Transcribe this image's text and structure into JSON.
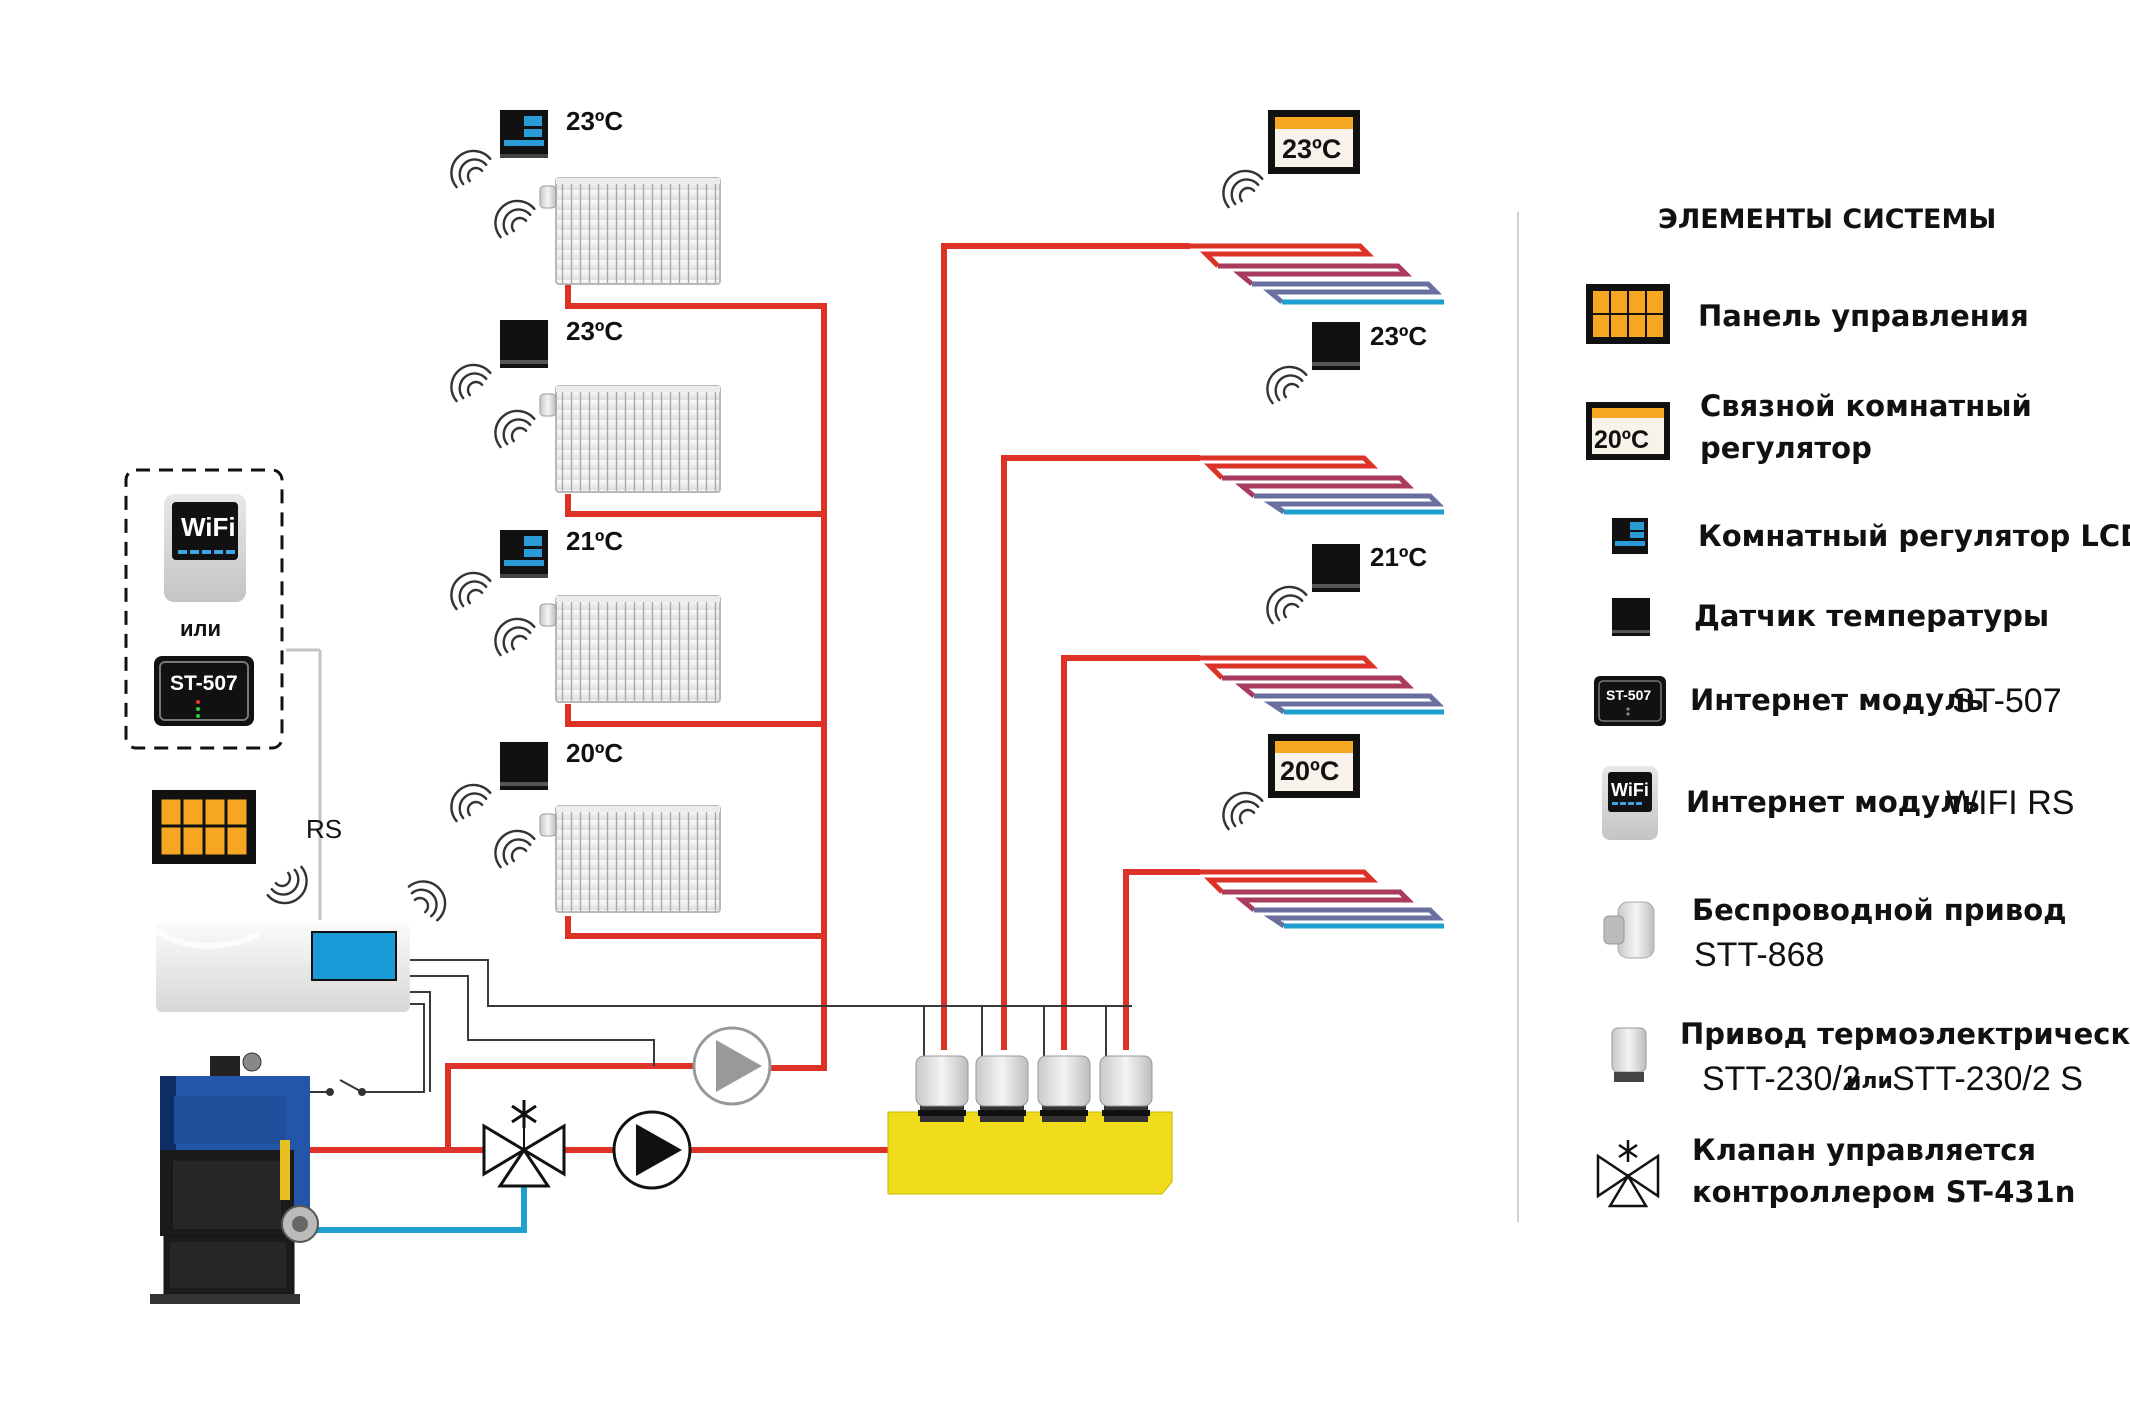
{
  "radiator_temps": [
    "23ºC",
    "23ºC",
    "21ºC",
    "20ºC"
  ],
  "floor_temps": [
    "23ºC",
    "23ºC",
    "21ºC",
    "20ºC"
  ],
  "module_box": {
    "wifi": "WiFi",
    "or": "или",
    "st507": "ST-507"
  },
  "rs_label": "RS",
  "legend": {
    "title": "ЭЛЕМЕНТЫ СИСТЕМЫ",
    "items": [
      {
        "id": "control-panel",
        "icon": "panel-icon",
        "line1": "Панель управления",
        "line2": ""
      },
      {
        "id": "linked-regulator",
        "icon": "linked-regulator-icon",
        "icon_text": "20ºC",
        "line1": "Связной комнатный",
        "line2": "регулятор"
      },
      {
        "id": "lcd-regulator",
        "icon": "lcd-regulator-icon",
        "line1": "Комнатный регулятор LCD",
        "line2": ""
      },
      {
        "id": "temp-sensor",
        "icon": "temperature-sensor-icon",
        "line1": "Датчик температуры",
        "line2": ""
      },
      {
        "id": "st507",
        "icon": "st507-icon",
        "icon_text": "ST-507",
        "line1": "Интернет модуль",
        "line1_code": "ST-507",
        "line2": ""
      },
      {
        "id": "wifi-rs",
        "icon": "wifi-module-icon",
        "icon_text": "WiFi",
        "line1": "Интернет модуль",
        "line1_code": "WIFI RS",
        "line2": ""
      },
      {
        "id": "wireless-actuator",
        "icon": "wireless-actuator-icon",
        "line1": "Беспроводной привод",
        "line2_code": "STT-868"
      },
      {
        "id": "thermo-actuator",
        "icon": "thermo-actuator-icon",
        "line1": "Привод термоэлектрический",
        "line2_code_a": "STT-230/2",
        "line2_mid": "или",
        "line2_code_b": "STT-230/2 S"
      },
      {
        "id": "valve",
        "icon": "valve-icon",
        "line1": "Клапан управляется",
        "line2": "контроллером ST-431n"
      }
    ]
  },
  "colors": {
    "supply": "#dd3228",
    "return": "#1e9fd0",
    "manifold": "#f0dc1a",
    "panel_cell": "#f6a623",
    "controller_screen": "#1a9bd7",
    "boiler_blue": "#2356a8"
  }
}
